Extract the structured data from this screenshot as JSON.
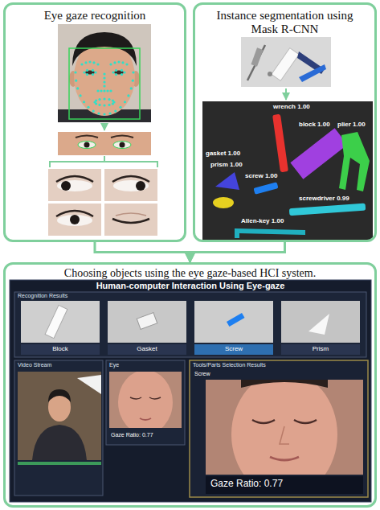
{
  "diagram": {
    "nodes": [
      {
        "text": [
          "Eye gaze recognition"
        ]
      },
      {
        "text": [
          "Instance segmentation using Mask R-CNN"
        ]
      },
      {
        "text": [
          "Choosing objects using the eye gaze-based HCI system."
        ]
      }
    ],
    "edges": [
      {
        "from": 0,
        "to": 2,
        "arrow": "to"
      },
      {
        "from": 1,
        "to": 2,
        "arrow": "to"
      }
    ],
    "labels": [
      "wrench 1.00",
      "block 1.00",
      "plier 1.00",
      "gasket 1.00",
      "prism 1.00",
      "screw 1.00",
      "screwdriver 0.99",
      "Allen-key 1.00",
      "Human-computer Interaction Using Eye-gaze",
      "Recognition Results",
      "Block",
      "Gasket",
      "Screw",
      "Prism",
      "Video Stream",
      "Eye",
      "Gaze Ratio: 0.77",
      "Tools/Parts Selection Results",
      "Screw",
      "Gaze Ratio: 0.77"
    ]
  }
}
